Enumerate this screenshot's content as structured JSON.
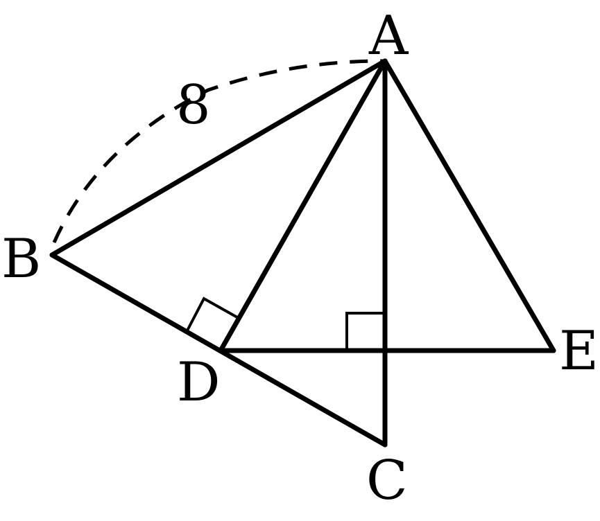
{
  "points": {
    "A": "A",
    "B": "B",
    "C": "C",
    "D": "D",
    "E": "E"
  },
  "measure": {
    "AB": "8"
  },
  "colors": {
    "stroke": "#000000",
    "background": "#ffffff"
  }
}
